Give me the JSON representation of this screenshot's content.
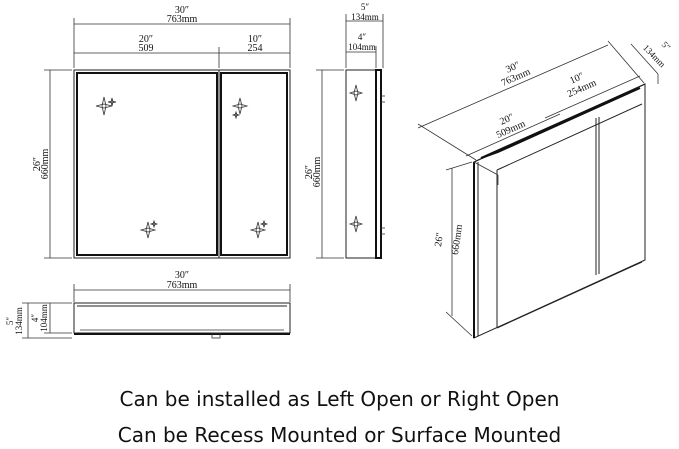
{
  "front": {
    "width_in": "30″",
    "width_mm": "763mm",
    "left_in": "20″",
    "left_mm": "509",
    "right_in": "10″",
    "right_mm": "254",
    "height_in": "26″",
    "height_mm": "660mm"
  },
  "side": {
    "depth_in": "5″",
    "depth_mm": "134mm",
    "inner_in": "4″",
    "inner_mm": "104mm",
    "height_in": "26″",
    "height_mm": "660mm"
  },
  "bottom": {
    "width_in": "30″",
    "width_mm": "763mm",
    "depth_in": "5″",
    "depth_mm": "134mm",
    "inner_in": "4″",
    "inner_mm": "104mm"
  },
  "iso": {
    "width_in": "30″",
    "width_mm": "763mm",
    "right_in": "10″",
    "right_mm": "254mm",
    "left_in": "20″",
    "left_mm": "509mm",
    "depth_in": "5″",
    "depth_mm": "134mm",
    "height_in": "26″",
    "height_mm": "660mm"
  },
  "captions": {
    "line1": "Can be installed as Left Open or Right Open",
    "line2": "Can be Recess Mounted or Surface Mounted"
  }
}
